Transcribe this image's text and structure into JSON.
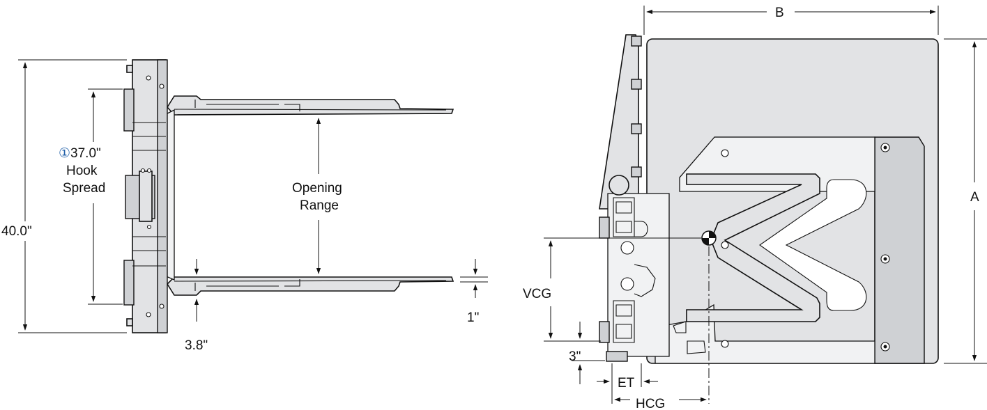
{
  "left_view": {
    "height_label": "40.0\"",
    "hook_spread": {
      "marker": "①",
      "value": "37.0\"",
      "line2": "Hook",
      "line3": "Spread"
    },
    "opening_range_line1": "Opening",
    "opening_range_line2": "Range",
    "arm_offset_label": "3.8\"",
    "arm_thickness_label": "1\""
  },
  "right_view": {
    "width_label": "B",
    "height_label": "A",
    "vcg_label": "VCG",
    "bottom_clearance_label": "3\"",
    "et_label": "ET",
    "hcg_label": "HCG"
  },
  "colors": {
    "line": "#111111",
    "fill": "#e2e3e5",
    "accent": "#1f5fa8"
  }
}
